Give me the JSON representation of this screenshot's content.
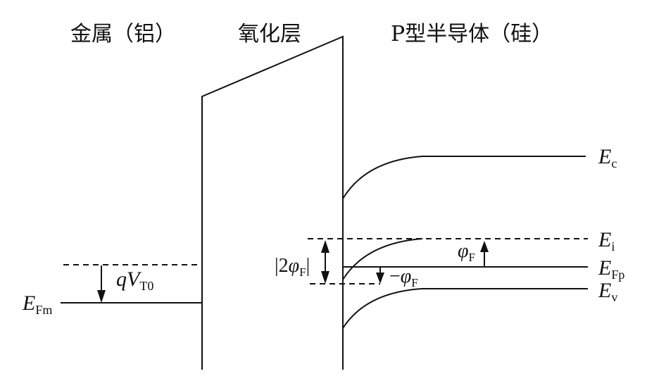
{
  "titles": {
    "metal": "金属（铝）",
    "oxide": "氧化层",
    "semiconductor": "P型半导体（硅）"
  },
  "labels": {
    "efm": {
      "main": "E",
      "sub": "Fm"
    },
    "qvt0": {
      "main": "qV",
      "sub": "T0"
    },
    "ec": {
      "main": "E",
      "sub": "c"
    },
    "ei": {
      "main": "E",
      "sub": "i"
    },
    "efp": {
      "main": "E",
      "sub": "Fp"
    },
    "ev": {
      "main": "E",
      "sub": "v"
    },
    "two_phi": {
      "pre": "|2",
      "main": "φ",
      "sub": "F",
      "post": "|"
    },
    "neg_phi": {
      "pre": "−",
      "main": "φ",
      "sub": "F"
    },
    "phi": {
      "main": "φ",
      "sub": "F"
    }
  }
}
